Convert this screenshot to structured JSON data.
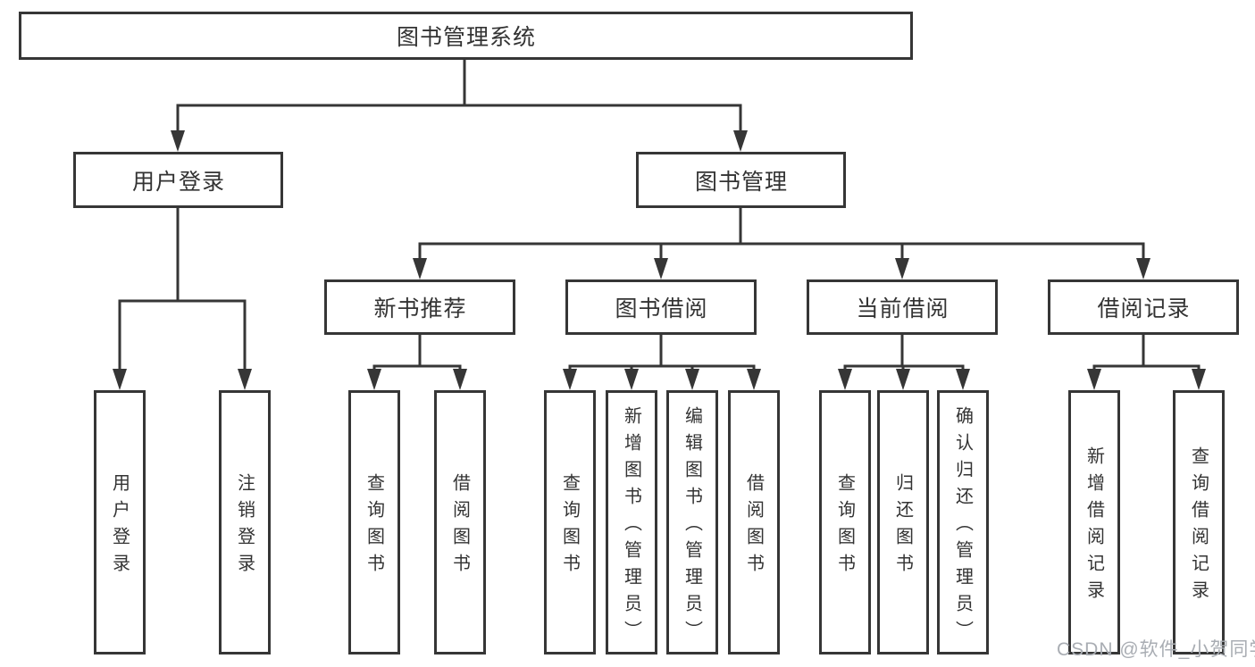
{
  "diagram": {
    "type": "hierarchy-tree",
    "colors": {
      "line": "#363636",
      "text": "#333333",
      "background": "#ffffff",
      "watermark": "#a9adb3"
    },
    "nodes": {
      "root": "图书管理系统",
      "user_login": "用户登录",
      "book_mgmt": "图书管理",
      "new_book_rec": "新书推荐",
      "book_borrow": "图书借阅",
      "current_borrow": "当前借阅",
      "borrow_records": "借阅记录",
      "leaf_user_login": "用户登录",
      "leaf_logout": "注销登录",
      "leaf_rec_query_book": "查询图书",
      "leaf_rec_borrow_book": "借阅图书",
      "leaf_bor_query_book": "查询图书",
      "leaf_bor_add_book": "新增图书（管理员）",
      "leaf_bor_edit_book": "编辑图书（管理员）",
      "leaf_bor_borrow_book": "借阅图书",
      "leaf_cur_query_book": "查询图书",
      "leaf_cur_return_book": "归还图书",
      "leaf_cur_confirm_return": "确认归还（管理员）",
      "leaf_log_add_record": "新增借阅记录",
      "leaf_log_query_record": "查询借阅记录"
    },
    "structure": {
      "图书管理系统": {
        "用户登录": [
          "用户登录",
          "注销登录"
        ],
        "图书管理": {
          "新书推荐": [
            "查询图书",
            "借阅图书"
          ],
          "图书借阅": [
            "查询图书",
            "新增图书（管理员）",
            "编辑图书（管理员）",
            "借阅图书"
          ],
          "当前借阅": [
            "查询图书",
            "归还图书",
            "确认归还（管理员）"
          ],
          "借阅记录": [
            "新增借阅记录",
            "查询借阅记录"
          ]
        }
      }
    },
    "watermark": "CSDN @软件_小贺同学"
  }
}
